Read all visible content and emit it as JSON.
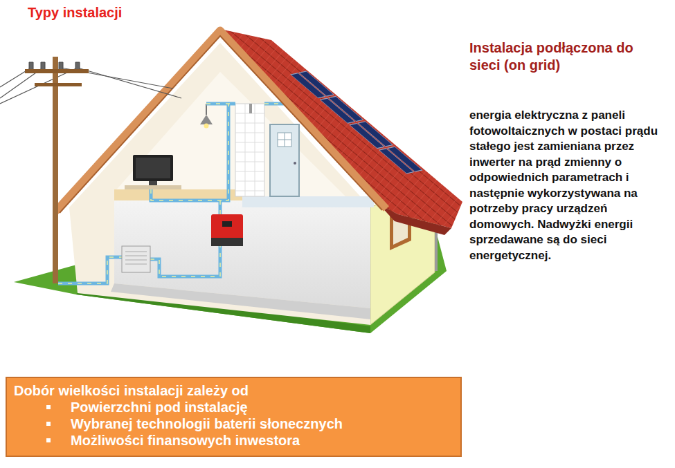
{
  "diagram": {
    "title": "Typy instalacji",
    "nodes": [
      {
        "text": [
          "Dobór wielkości instalacji zależy od",
          "Powierzchni pod instalację",
          "Wybranej technologii baterii słonecznych",
          "Możliwości finansowych inwestora"
        ]
      }
    ],
    "labels": [
      "Instalacja podłączona do sieci (on grid)",
      "energia elektryczna z paneli fotowoltaicznych w postaci prądu stałego jest zamieniana przez inwerter na prąd zmienny o odpowiednich parametrach i następnie wykorzystywana na potrzeby pracy urządzeń domowych. Nadwyżki energii sprzedawane są do sieci energetycznej."
    ]
  }
}
